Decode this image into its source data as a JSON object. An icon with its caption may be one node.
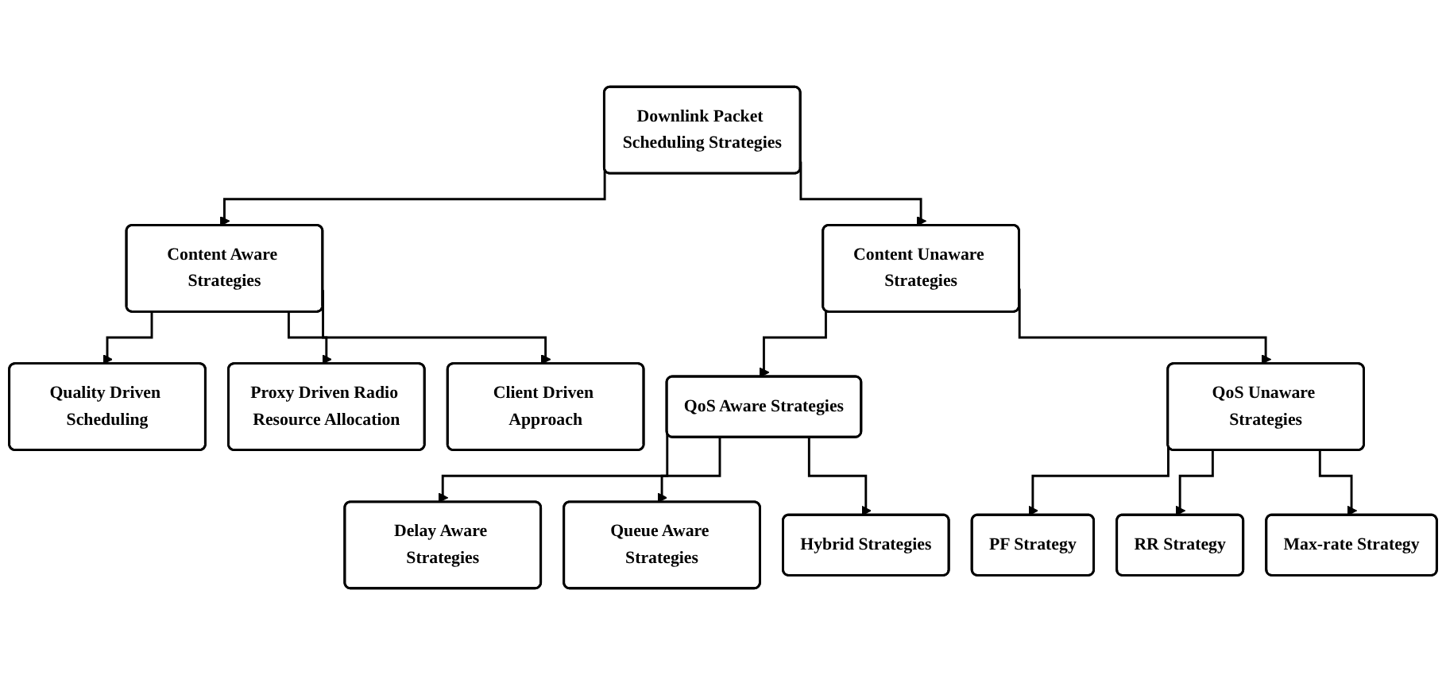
{
  "diagram": {
    "nodes": [
      {
        "text": [
          "Downlink Packet Scheduling Strategies"
        ]
      },
      {
        "text": [
          "Content Aware Strategies"
        ]
      },
      {
        "text": [
          "Content Unaware Strategies"
        ]
      },
      {
        "text": [
          "Quality Driven Scheduling"
        ]
      },
      {
        "text": [
          "Proxy Driven Radio Resource Allocation"
        ]
      },
      {
        "text": [
          "Client Driven Approach"
        ]
      },
      {
        "text": [
          "QoS Aware Strategies"
        ]
      },
      {
        "text": [
          "QoS Unaware Strategies"
        ]
      },
      {
        "text": [
          "Delay Aware Strategies"
        ]
      },
      {
        "text": [
          "Queue Aware Strategies"
        ]
      },
      {
        "text": [
          "Hybrid Strategies"
        ]
      },
      {
        "text": [
          "PF Strategy"
        ]
      },
      {
        "text": [
          "RR Strategy"
        ]
      },
      {
        "text": [
          "Max-rate Strategy"
        ]
      }
    ],
    "edges": [
      {
        "from": 0,
        "to": 1,
        "arrow": "to"
      },
      {
        "from": 0,
        "to": 2,
        "arrow": "to"
      },
      {
        "from": 1,
        "to": 3,
        "arrow": "to"
      },
      {
        "from": 1,
        "to": 4,
        "arrow": "to"
      },
      {
        "from": 1,
        "to": 5,
        "arrow": "to"
      },
      {
        "from": 2,
        "to": 6,
        "arrow": "to"
      },
      {
        "from": 2,
        "to": 7,
        "arrow": "to"
      },
      {
        "from": 6,
        "to": 8,
        "arrow": "to"
      },
      {
        "from": 6,
        "to": 9,
        "arrow": "to"
      },
      {
        "from": 6,
        "to": 10,
        "arrow": "to"
      },
      {
        "from": 7,
        "to": 11,
        "arrow": "to"
      },
      {
        "from": 7,
        "to": 12,
        "arrow": "to"
      },
      {
        "from": 7,
        "to": 13,
        "arrow": "to"
      }
    ]
  }
}
